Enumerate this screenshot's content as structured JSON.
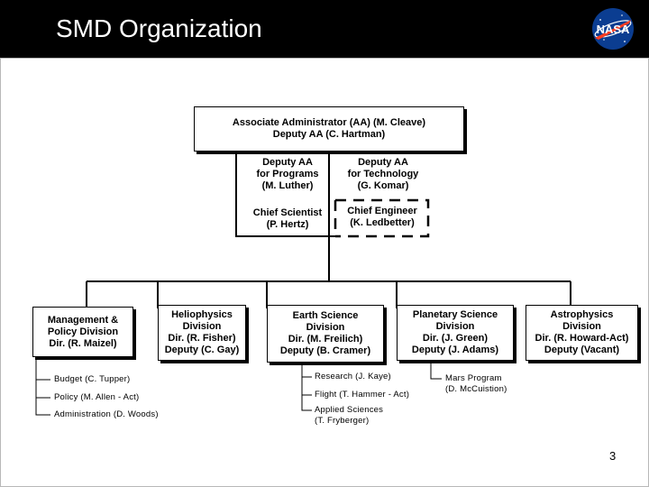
{
  "slide": {
    "title": "SMD Organization",
    "page_number": "3",
    "logo_text": "NASA"
  },
  "org": {
    "aa": "Associate Administrator (AA) (M. Cleave)\nDeputy AA (C. Hartman)",
    "deputy_programs": "Deputy AA\nfor Programs\n(M. Luther)",
    "deputy_technology": "Deputy AA\nfor Technology\n(G. Komar)",
    "chief_scientist": "Chief Scientist\n(P. Hertz)",
    "chief_engineer": "Chief Engineer\n(K. Ledbetter)",
    "divisions": {
      "management": "Management &\nPolicy Division\nDir. (R. Maizel)",
      "heliophysics": "Heliophysics\nDivision\nDir. (R. Fisher)\nDeputy (C. Gay)",
      "earth": "Earth Science\nDivision\nDir. (M. Freilich)\nDeputy (B. Cramer)",
      "planetary": "Planetary Science\nDivision\nDir. (J. Green)\nDeputy (J. Adams)",
      "astrophysics": "Astrophysics\nDivision\nDir. (R. Howard-Act)\nDeputy (Vacant)"
    },
    "management_units": [
      "Budget (C. Tupper)",
      "Policy (M. Allen - Act)",
      "Administration (D. Woods)"
    ],
    "earth_units": [
      "Research (J. Kaye)",
      "Flight (T. Hammer - Act)",
      "Applied Sciences\n(T. Fryberger)"
    ],
    "planetary_units": [
      "Mars Program\n(D. McCuistion)"
    ]
  },
  "colors": {
    "title_bar": "#000000",
    "title_text": "#ffffff",
    "logo_blue": "#0b3d91",
    "logo_red": "#fc3d21"
  }
}
